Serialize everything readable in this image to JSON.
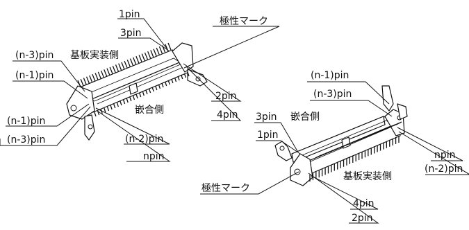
{
  "connector_left": {
    "labels": {
      "pin1": "1pin",
      "pin3": "3pin",
      "polarity": "極性マーク",
      "n3_top": "(n-3)pin",
      "board_side": "基板実装側",
      "n1_top": "(n-1)pin",
      "pin2": "2pin",
      "pin4": "4pin",
      "mating_side": "嵌合側",
      "n1_bottom": "(n-1)pin",
      "n3_bottom": "(n-3)pin",
      "n2": "(n-2)pin",
      "npin": "npin"
    }
  },
  "connector_right": {
    "labels": {
      "n1": "(n-1)pin",
      "n3": "(n-3)pin",
      "pin3": "3pin",
      "pin1": "1pin",
      "mating_side": "嵌合側",
      "npin": "npin",
      "n2": "(n-2)pin",
      "board_side": "基板実装側",
      "polarity": "極性マーク",
      "pin4": "4pin",
      "pin2": "2pin"
    }
  }
}
